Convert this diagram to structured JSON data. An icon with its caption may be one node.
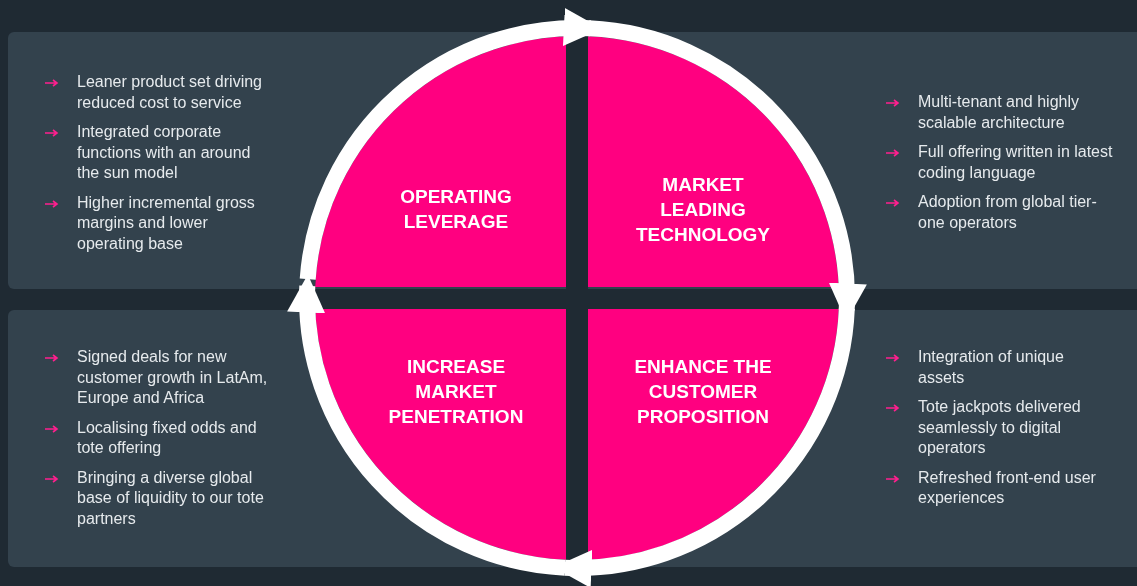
{
  "diagram": {
    "nodes": [
      {
        "text": [
          "Leaner product set driving reduced cost to service",
          "Integrated corporate functions with an around the sun model",
          "Higher incremental gross margins and lower operating base"
        ]
      },
      {
        "text": [
          "OPERATING LEVERAGE"
        ]
      },
      {
        "text": [
          "MARKET LEADING TECHNOLOGY"
        ]
      },
      {
        "text": [
          "Multi-tenant and highly scalable architecture",
          "Full offering written in latest coding language",
          "Adoption from global tier-one operators"
        ]
      },
      {
        "text": [
          "Signed deals for new customer growth in LatAm, Europe and Africa",
          "Localising fixed odds and tote offering",
          "Bringing a diverse global base of liquidity to our tote partners"
        ]
      },
      {
        "text": [
          "INCREASE MARKET PENETRATION"
        ]
      },
      {
        "text": [
          "ENHANCE THE CUSTOMER PROPOSITION"
        ]
      },
      {
        "text": [
          "Integration of unique assets",
          "Tote jackpots delivered seamlessly to digital operators",
          "Refreshed front-end user experiences"
        ]
      }
    ],
    "edges": [
      {
        "from": 1,
        "to": 2,
        "arrow": "to"
      },
      {
        "from": 2,
        "to": 6,
        "arrow": "to"
      },
      {
        "from": 6,
        "to": 5,
        "arrow": "to"
      },
      {
        "from": 5,
        "to": 1,
        "arrow": "to"
      }
    ]
  }
}
